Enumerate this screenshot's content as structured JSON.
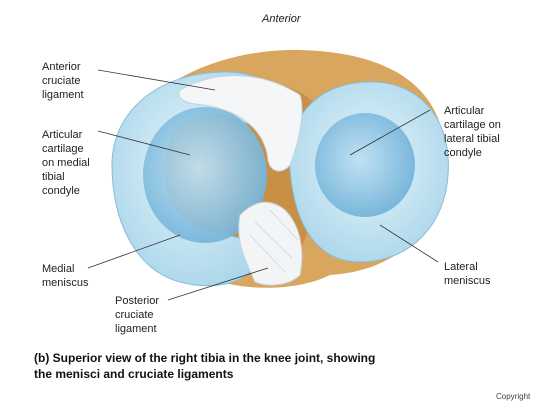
{
  "orientation_label": "Anterior",
  "labels": {
    "acl": "Anterior\ncruciate\nligament",
    "medial_cartilage": "Articular\ncartilage\non medial\ntibial\ncondyle",
    "lateral_cartilage": "Articular\ncartilage on\nlateral tibial\ncondyle",
    "medial_meniscus": "Medial\nmeniscus",
    "lateral_meniscus": "Lateral\nmeniscus",
    "pcl": "Posterior\ncruciate\nligament"
  },
  "caption": "(b) Superior view of the right tibia in the knee joint, showing\n     the menisci and cruciate ligaments",
  "copyright": "Copyright",
  "colors": {
    "meniscus": "#c9e6f2",
    "cartilage": "#8fc6e3",
    "bone": "#d7a25a",
    "ligament": "#f2f4f6",
    "leader": "#333333"
  }
}
